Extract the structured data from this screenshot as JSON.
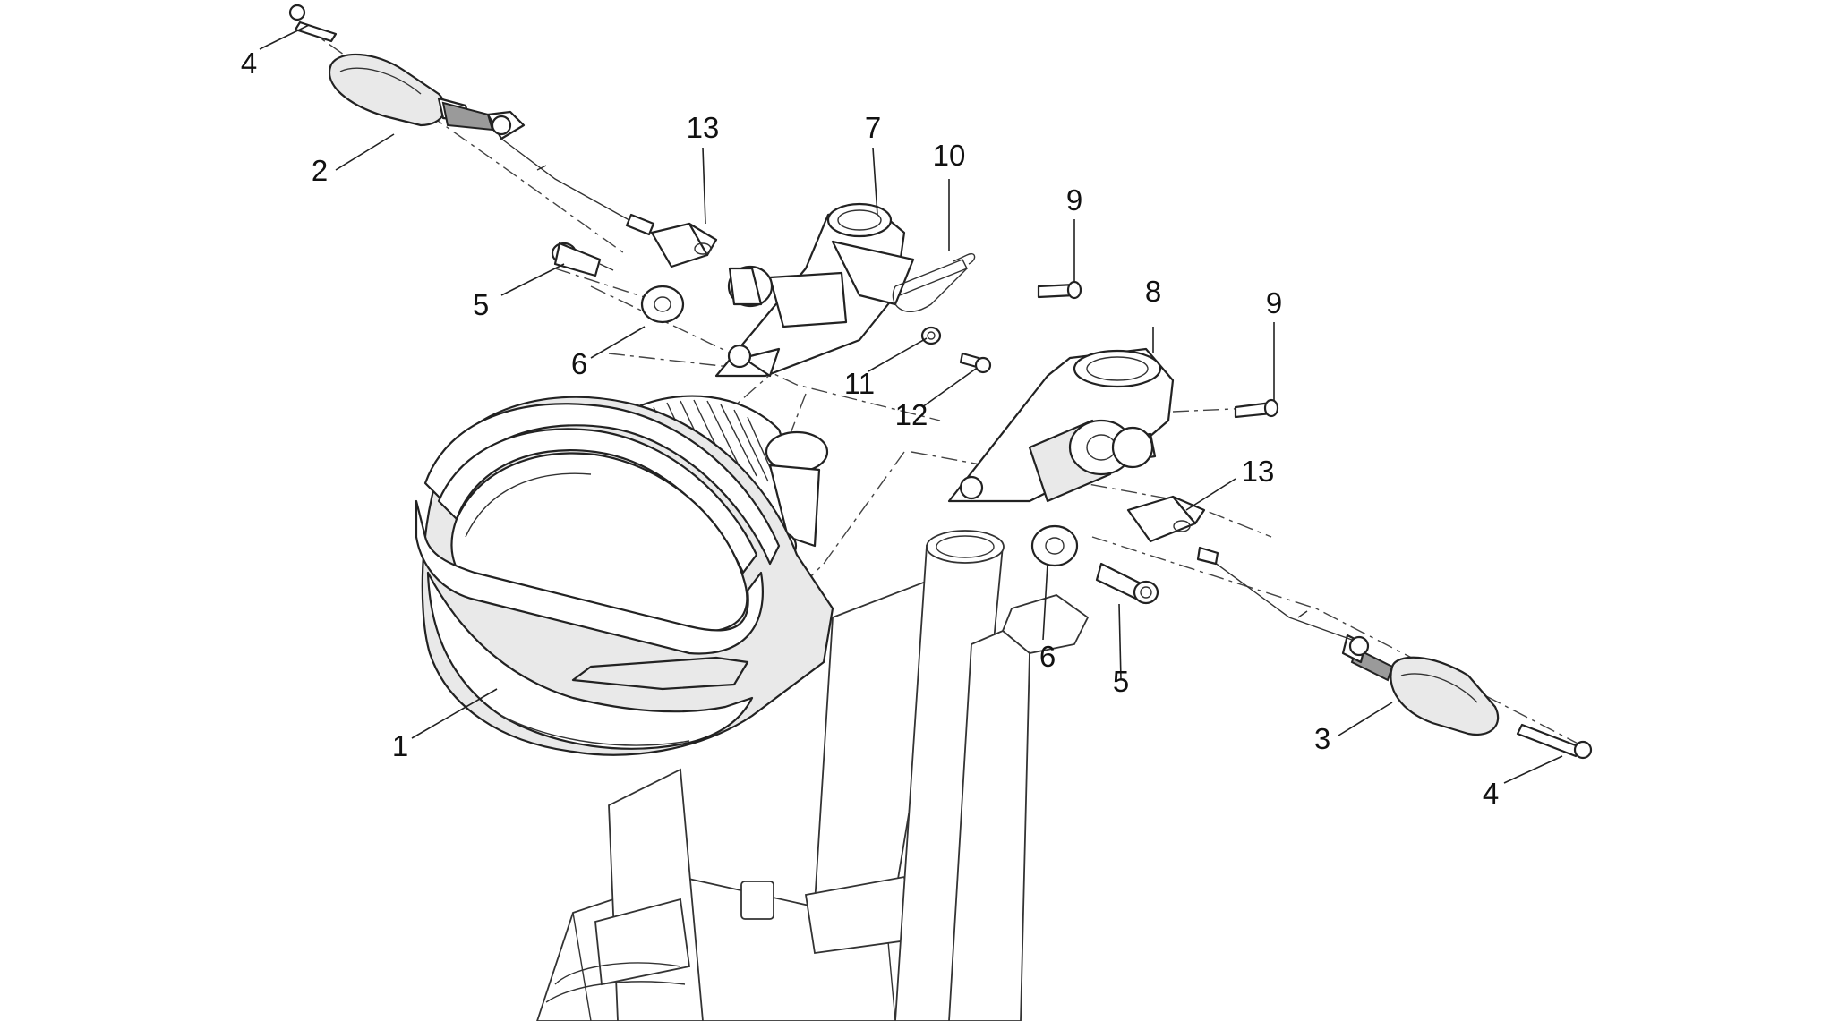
{
  "callouts": {
    "c1": "1",
    "c2": "2",
    "c3": "3",
    "c4a": "4",
    "c4b": "4",
    "c5a": "5",
    "c5b": "5",
    "c6a": "6",
    "c6b": "6",
    "c7": "7",
    "c8": "8",
    "c9a": "9",
    "c9b": "9",
    "c10": "10",
    "c11": "11",
    "c12": "12",
    "c13a": "13",
    "c13b": "13"
  }
}
